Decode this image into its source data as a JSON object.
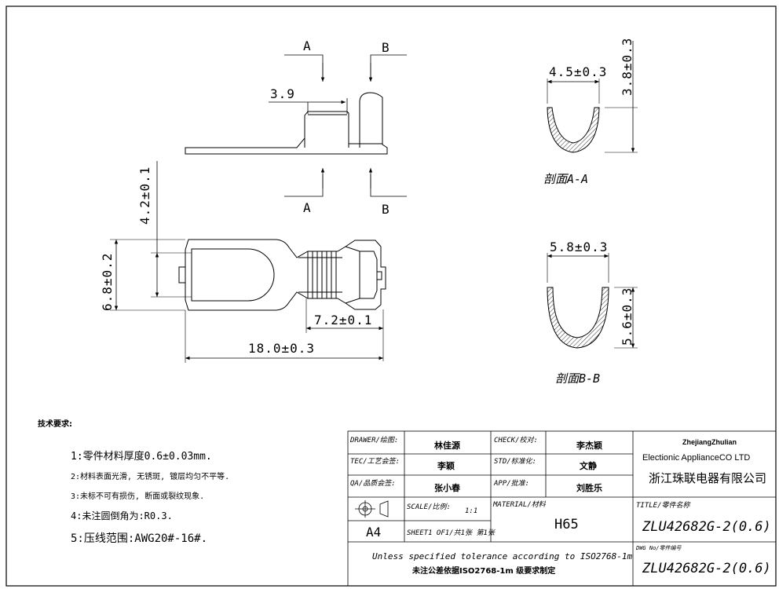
{
  "views": {
    "section_a": "A",
    "section_b": "B",
    "section_aa_title": "剖面A-A",
    "section_bb_title": "剖面B-B"
  },
  "dimensions": {
    "side_width": "3.9",
    "height": "4.2±0.1",
    "width": "6.8±0.2",
    "crimp_length": "7.2±0.1",
    "total_length": "18.0±0.3",
    "aa_width": "4.5±0.3",
    "aa_height": "3.8±0.3",
    "bb_width": "5.8±0.3",
    "bb_height": "5.6±0.3"
  },
  "notes": {
    "title": "技术要求:",
    "items": [
      "1:零件材料厚度0.6±0.03mm.",
      "2:材料表面光滑, 无锈斑, 镀层均匀不平等.",
      "3:未标不可有损伤, 断面或裂纹现象.",
      "4:未注圆倒角为:R0.3.",
      "5:压线范围:AWG20#-16#."
    ]
  },
  "title_block": {
    "drawer_label": "DRAWER/绘图:",
    "drawer_value": "林佳源",
    "check_label": "CHECK/校对:",
    "check_value": "李杰颖",
    "tec_label": "TEC/工艺会签:",
    "tec_value": "李颖",
    "std_label": "STD/标准化:",
    "std_value": "文静",
    "qa_label": "QA/品质会签:",
    "qa_value": "张小春",
    "app_label": "APP/批准:",
    "app_value": "刘胜乐",
    "scale_label": "SCALE/比例:",
    "scale_value": "1:1",
    "sheet_label": "SHEET1 OF1/共1张 第1张",
    "size": "A4",
    "material_label": "MATERIAL/材料",
    "material_value": "H65",
    "company_en_1": "ZhejiangZhulian",
    "company_en_2": "Electionic ApplianceCO LTD",
    "company_cn": "浙江珠联电器有限公司",
    "title_label": "TITLE/零件名称",
    "title_value": "ZLU42682G-2(0.6)",
    "dwg_label": "DWG No/零件编号",
    "dwg_value": "ZLU42682G-2(0.6)",
    "tolerance_en": "Unless specified tolerance according to ISO2768-1m",
    "tolerance_cn": "未注公差依据ISO2768-1m 级要求制定"
  }
}
